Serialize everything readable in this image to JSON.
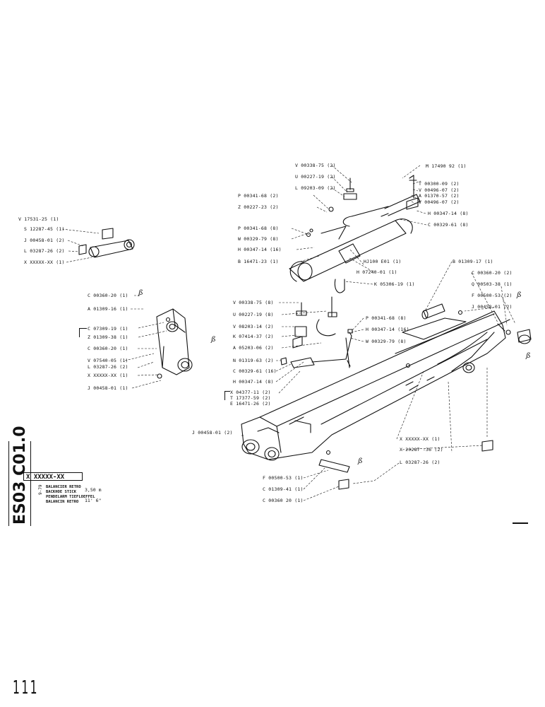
{
  "title_block": {
    "code": "ES03 C01.0",
    "date": "9-79",
    "reference": "X XXXXX-XX",
    "descriptions": [
      "BALANCIER RETRO",
      "BACKHOE STICK",
      "PENDELARM TIEFLOEFFEL",
      "BALANCIN RETRO"
    ],
    "dimension_metric": "3,50 m",
    "dimension_imperial": "11' 6\""
  },
  "page_number": "111",
  "beta_mark": "ß",
  "labels": {
    "v00338_75_top": "V 00338-75 (2)",
    "u00227_19_top": "U 00227-19 (2)",
    "l09203_09": "L 09203-09 (2)",
    "p00341_68_a": "P 00341-68 (2)",
    "z00227_23": "Z 00227-23 (2)",
    "p00341_68_b": "P 00341-68 (8)",
    "w00329_79_a": "W 00329-79 (8)",
    "h00347_14_a": "H 00347-14 (16)",
    "b16471_23": "B 16471-23 (1)",
    "m17490_92": "M 17490 92 (1)",
    "t00300_09": "T 00300-09 (2)",
    "v00496_07_a": "V 00496-07 (2)",
    "a01370_57": "A 01370-57 (2)",
    "v00496_07_b": "V 00496-07 (2)",
    "h00347_14_b": "H 00347-14 (8)",
    "c00329_61_a": "C 00329-61 (8)",
    "hj100_e01": "HJ100 E01 (1)",
    "h07240_01": "H 07240-01 (1)",
    "k05306_19": "K 05306-19 (1)",
    "v17531_25": "V 17531-25 (1)",
    "s12287_45": "S 12287-45 (1)",
    "j00458_01_a": "J 00458-01 (2)",
    "l03287_26_a": "L 03287-26 (2)",
    "xxx_a": "X XXXXX-XX (1)",
    "c00360_20_a": "C 00360-20 (1)",
    "a01309_16": "A 01309-16 (1)",
    "c07309_19": "C 07309-19 (1)",
    "z01309_38": "Z 01309-38 (1)",
    "c00360_20_b": "C 00360-20 (1)",
    "v07540_05": "V 07540-05 (1)",
    "l03287_26_b": "L 03287-26 (2)",
    "xxx_b": "X XXXXX-XX (1)",
    "j00458_01_b": "J 00458-01 (1)",
    "v00338_75_mid": "V 00338-75 (8)",
    "u00227_19_mid": "U 00227-19 (8)",
    "v08203_14": "V 08203-14 (2)",
    "k07414_37": "K 07414-37 (2)",
    "a05203_06": "A 05203-06 (2)",
    "n01319_63": "N 01319-63 (2)",
    "c00329_61_b": "C 00329-61 (16)",
    "h00347_14_c": "H 00347-14 (8)",
    "x04377_11": "X 04377-11 (2)",
    "t17377_59": "T 17377-59 (2)",
    "e16471_26": "E 16471-26 (2)",
    "p00341_68_c": "P 00341-68 (8)",
    "h00347_14_d": "H 00347-14 (16)",
    "w00329_79_b": "W 00329-79 (8)",
    "b01309_17": "B 01309-17 (1)",
    "c00360_20_c": "C 00360-20 (2)",
    "q00503_38": "Q 00503-38 (1)",
    "f00500_53_a": "F 00500-53 (2)",
    "j00458_01_c": "J 00458-01 (2)",
    "j00458_01_d": "J 00458-01 (2)",
    "xxx_c": "X XXXXX-XX (1)",
    "x20287_36": "X 20287 -36 (2)",
    "l03287_26_c": "L 03287-26 (2)",
    "f00500_53_b": "F 00500-53 (1)",
    "c01309_41": "C 01309-41 (1)",
    "c00360_20_d": "C 00360 20 (1)"
  }
}
